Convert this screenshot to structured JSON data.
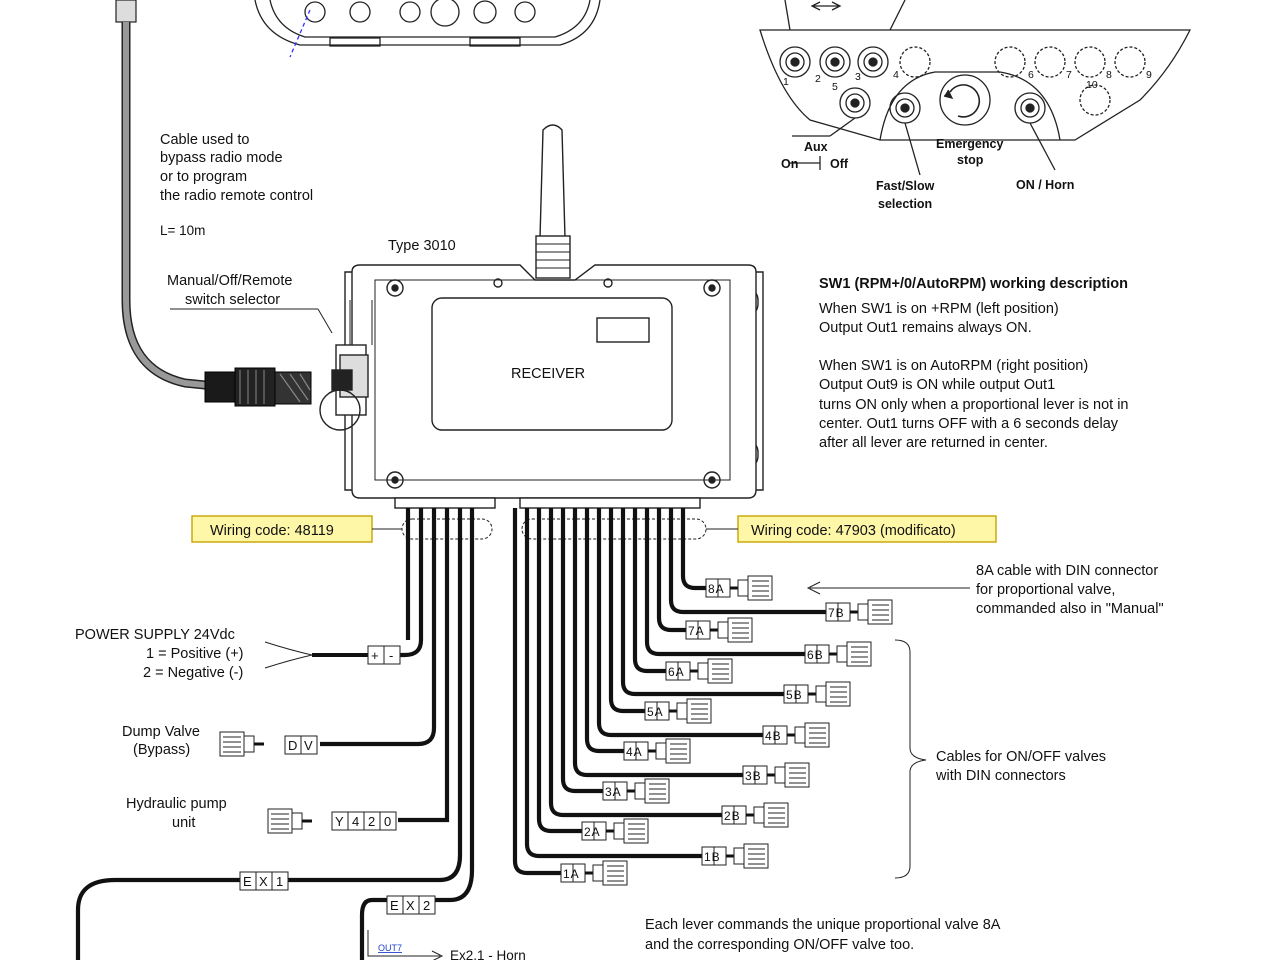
{
  "remote": {
    "numbers": [
      "1",
      "2",
      "3",
      "4",
      "5",
      "6",
      "7",
      "8",
      "9",
      "10"
    ],
    "aux_label": "Aux",
    "on_label": "On",
    "off_label": "Off",
    "emergency_label": [
      "Emergency",
      "stop"
    ],
    "fastslow_label": [
      "Fast/Slow",
      "selection"
    ],
    "onhorn_label": "ON / Horn"
  },
  "cable_note": {
    "lines": [
      "Cable  used to",
      "bypass radio mode",
      "or to program",
      "the radio remote control"
    ],
    "length": "L= 10m"
  },
  "receiver": {
    "type_label": "Type 3010",
    "body_label": "RECEIVER",
    "selector_label": [
      "Manual/Off/Remote",
      "switch selector"
    ]
  },
  "sw1": {
    "title": "SW1 (RPM+/0/AutoRPM) working description",
    "para1": [
      "When SW1 is on +RPM (left position)",
      "Output Out1 remains always ON."
    ],
    "para2": [
      "When SW1 is on AutoRPM (right position)",
      "Output Out9 is  ON while output Out1",
      "turns ON only when a proportional lever is not in",
      "center. Out1 turns OFF with a 6 seconds delay",
      "after all lever are returned in center."
    ]
  },
  "wiring": {
    "left_code": "Wiring code: 48119",
    "right_code": "Wiring code: 47903 (modificato)"
  },
  "left_items": {
    "power": [
      "POWER SUPPLY 24Vdc",
      "1 = Positive (+)",
      "2 = Negative (-)"
    ],
    "power_tag": [
      "+",
      "-"
    ],
    "dump": [
      "Dump Valve",
      "(Bypass)"
    ],
    "dump_tag": [
      "D",
      "V"
    ],
    "pump": [
      "Hydraulic pump",
      "unit"
    ],
    "pump_tag": [
      "Y",
      "4",
      "2",
      "0"
    ],
    "ex1_tag": [
      "E",
      "X",
      "1"
    ],
    "ex2_tag": [
      "E",
      "X",
      "2"
    ],
    "out7": "OUT7",
    "horn": "Ex2.1 - Horn"
  },
  "valve_tags": [
    "8A",
    "7B",
    "7A",
    "6B",
    "6A",
    "5B",
    "5A",
    "4B",
    "4A",
    "3B",
    "3A",
    "2B",
    "2A",
    "1B",
    "1A"
  ],
  "right_notes": {
    "din8a": [
      "8A cable with DIN connector",
      "for proportional valve,",
      "commanded also in \"Manual\""
    ],
    "onoff": [
      "Cables for ON/OFF valves",
      "with DIN connectors"
    ],
    "bottom": [
      "Each lever commands the unique proportional valve 8A",
      "and the corresponding ON/OFF valve too."
    ]
  },
  "colors": {
    "ink": "#111111",
    "label_box": "#fff7a8",
    "label_border": "#c8a400"
  }
}
